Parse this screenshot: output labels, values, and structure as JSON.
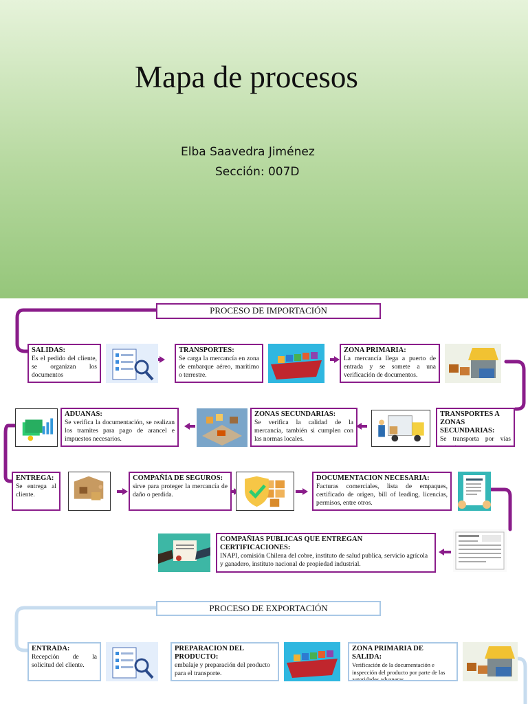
{
  "title": "Mapa de procesos",
  "author": "Elba Saavedra Jiménez",
  "section": "Sección: 007D",
  "import": {
    "banner": "PROCESO DE IMPORTACIÓN",
    "steps": [
      {
        "heading": "SALIDAS:",
        "text": "Es el pedido del cliente, se organizan los documentos"
      },
      {
        "heading": "TRANSPORTES:",
        "text": "Se carga la mercancía en zona de embarque aéreo, marítimo o terrestre."
      },
      {
        "heading": "ZONA PRIMARIA:",
        "text": "La mercancía llega a puerto de entrada y se somete a una verificación de documentos."
      },
      {
        "heading": "TRANSPORTES A ZONAS SECUNDARIAS:",
        "text": "Se transporta por vías terrestres."
      },
      {
        "heading": "ZONAS SECUNDARIAS:",
        "text": "Se verifica la calidad de la mercancía, también si cumplen con las normas locales."
      },
      {
        "heading": "ADUANAS:",
        "text": "Se verifica la documentación, se realizan los tramites para pago de arancel e impuestos necesarios."
      },
      {
        "heading": "ENTREGA:",
        "text": "Se entrega al cliente."
      },
      {
        "heading": "COMPAÑÍA DE SEGUROS:",
        "text": "sirve para proteger la mercancía de daño o perdida."
      },
      {
        "heading": "DOCUMENTACION NECESARIA:",
        "text": "Facturas comerciales, lista de empaques, certificado de origen, bill of leading, licencias, permisos, entre otros."
      },
      {
        "heading": "COMPAÑIAS PUBLICAS QUE ENTREGAN CERTIFICACIONES:",
        "text": "INAPI, comisión Chilena del cobre, instituto de salud publica, servicio agrícola y ganadero, instituto nacional de propiedad industrial."
      }
    ]
  },
  "export": {
    "banner": "PROCESO DE EXPORTACIÓN",
    "steps": [
      {
        "heading": "ENTRADA:",
        "text": "Recepción de la solicitud del cliente."
      },
      {
        "heading": "PREPARACION DEL PRODUCTO:",
        "text": "embalaje y preparación del producto para el transporte."
      },
      {
        "heading": "ZONA PRIMARIA DE SALIDA:",
        "text": "Verificación de la documentación e inspección del producto por parte de las autoridades aduaneras"
      }
    ]
  },
  "colors": {
    "import_accent": "#8a1c8a",
    "export_accent": "#a9c8e6",
    "slide_green": "#95c67a"
  }
}
